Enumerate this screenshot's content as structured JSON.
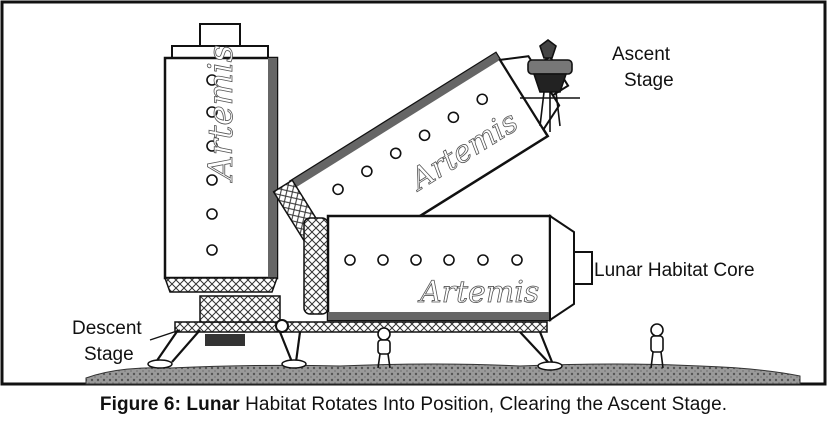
{
  "labels": {
    "ascent_line1": "Ascent",
    "ascent_line2": "Stage",
    "habitat_core": "Lunar Habitat Core",
    "descent_line1": "Descent",
    "descent_line2": "Stage"
  },
  "module_branding": {
    "upright_module": "Artemis",
    "tilted_module": "Artemis",
    "horizontal_module": "Artemis"
  },
  "caption": {
    "figure_number": "Figure 6:",
    "lead_word": "Lunar",
    "rest": "Habitat Rotates Into Position, Clearing the Ascent Stage."
  }
}
